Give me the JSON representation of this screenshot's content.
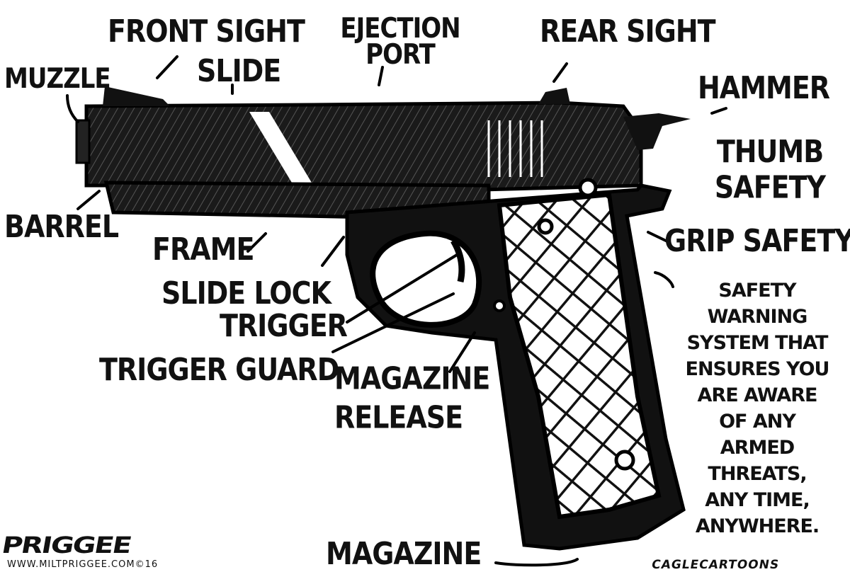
{
  "labels": {
    "front_sight": "FRONT SIGHT",
    "ejection_port": "EJECTION PORT",
    "rear_sight": "REAR SIGHT",
    "muzzle": "MUZZLE",
    "slide": "SLIDE",
    "hammer": "HAMMER",
    "thumb_safety": "THUMB SAFETY",
    "barrel": "BARREL",
    "frame": "FRAME",
    "grip_safety": "GRIP SAFETY",
    "slide_lock": "SLIDE LOCK",
    "trigger": "TRIGGER",
    "trigger_guard": "TRIGGER GUARD",
    "magazine_release": "MAGAZINE RELEASE",
    "magazine": "MAGAZINE"
  },
  "warning_lines": [
    "SAFETY WARNING",
    "SYSTEM THAT",
    "ENSURES YOU",
    "ARE AWARE",
    "OF ANY",
    "ARMED",
    "THREATS,",
    "ANY TIME,",
    "ANYWHERE."
  ],
  "signature": "PRIGGEE",
  "website": "WWW.MILTPRIGGEE.COM©16",
  "credit": "CAGLECARTOONS"
}
